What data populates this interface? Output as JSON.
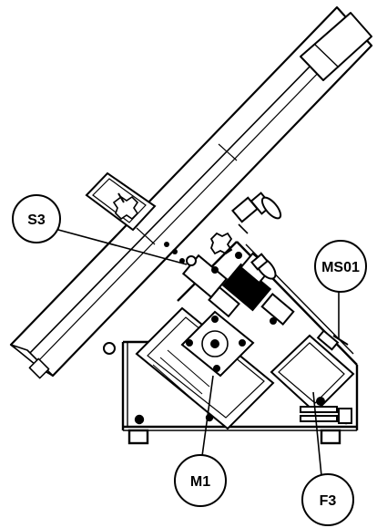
{
  "callouts": [
    {
      "id": "S3",
      "label": "S3"
    },
    {
      "id": "MS01",
      "label": "MS01"
    },
    {
      "id": "M1",
      "label": "M1"
    },
    {
      "id": "F3",
      "label": "F3"
    }
  ],
  "colors": {
    "line": "#000000",
    "background": "#ffffff"
  }
}
